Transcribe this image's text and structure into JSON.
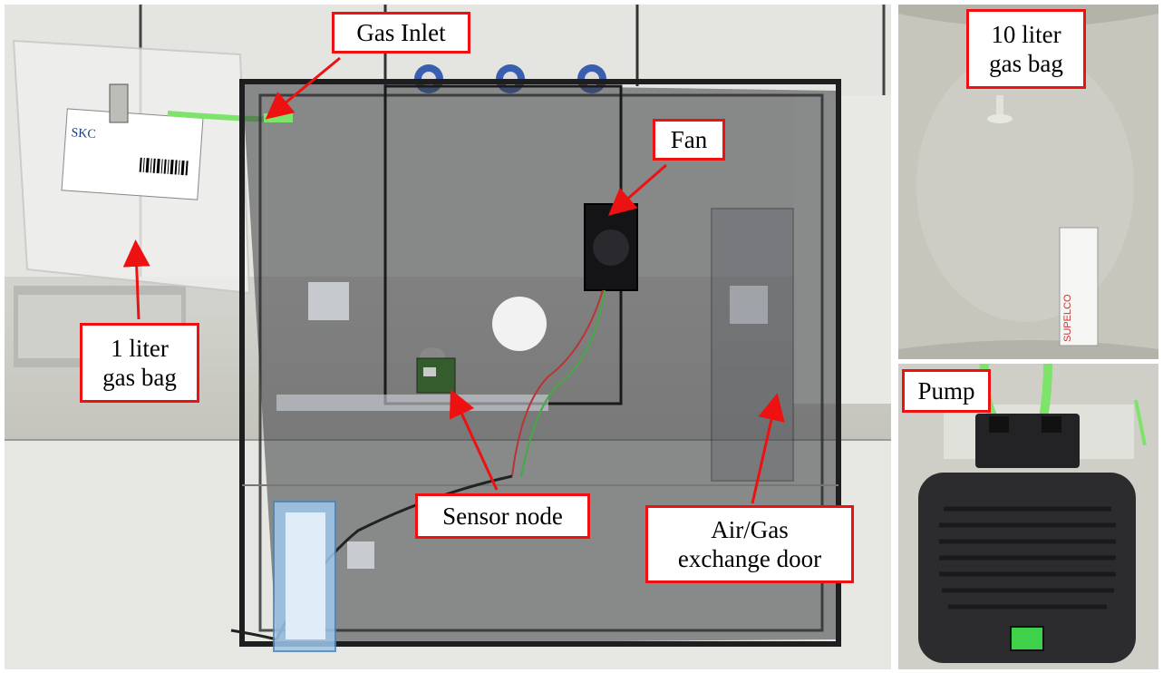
{
  "labels": {
    "gas_inlet": "Gas Inlet",
    "fan": "Fan",
    "one_liter_bag": "1 liter\ngas bag",
    "sensor_node": "Sensor node",
    "exchange_door": "Air/Gas\nexchange door",
    "ten_liter_bag": "10 liter\ngas bag",
    "pump": "Pump"
  },
  "photo_text": {
    "skc_brand": "SKC",
    "supelco_brand": "SUPELCO"
  },
  "colors": {
    "label_border": "#ee1111",
    "arrow": "#ee1111",
    "tube_green": "#7ee36a",
    "chamber_tint": "#3a3c40"
  }
}
